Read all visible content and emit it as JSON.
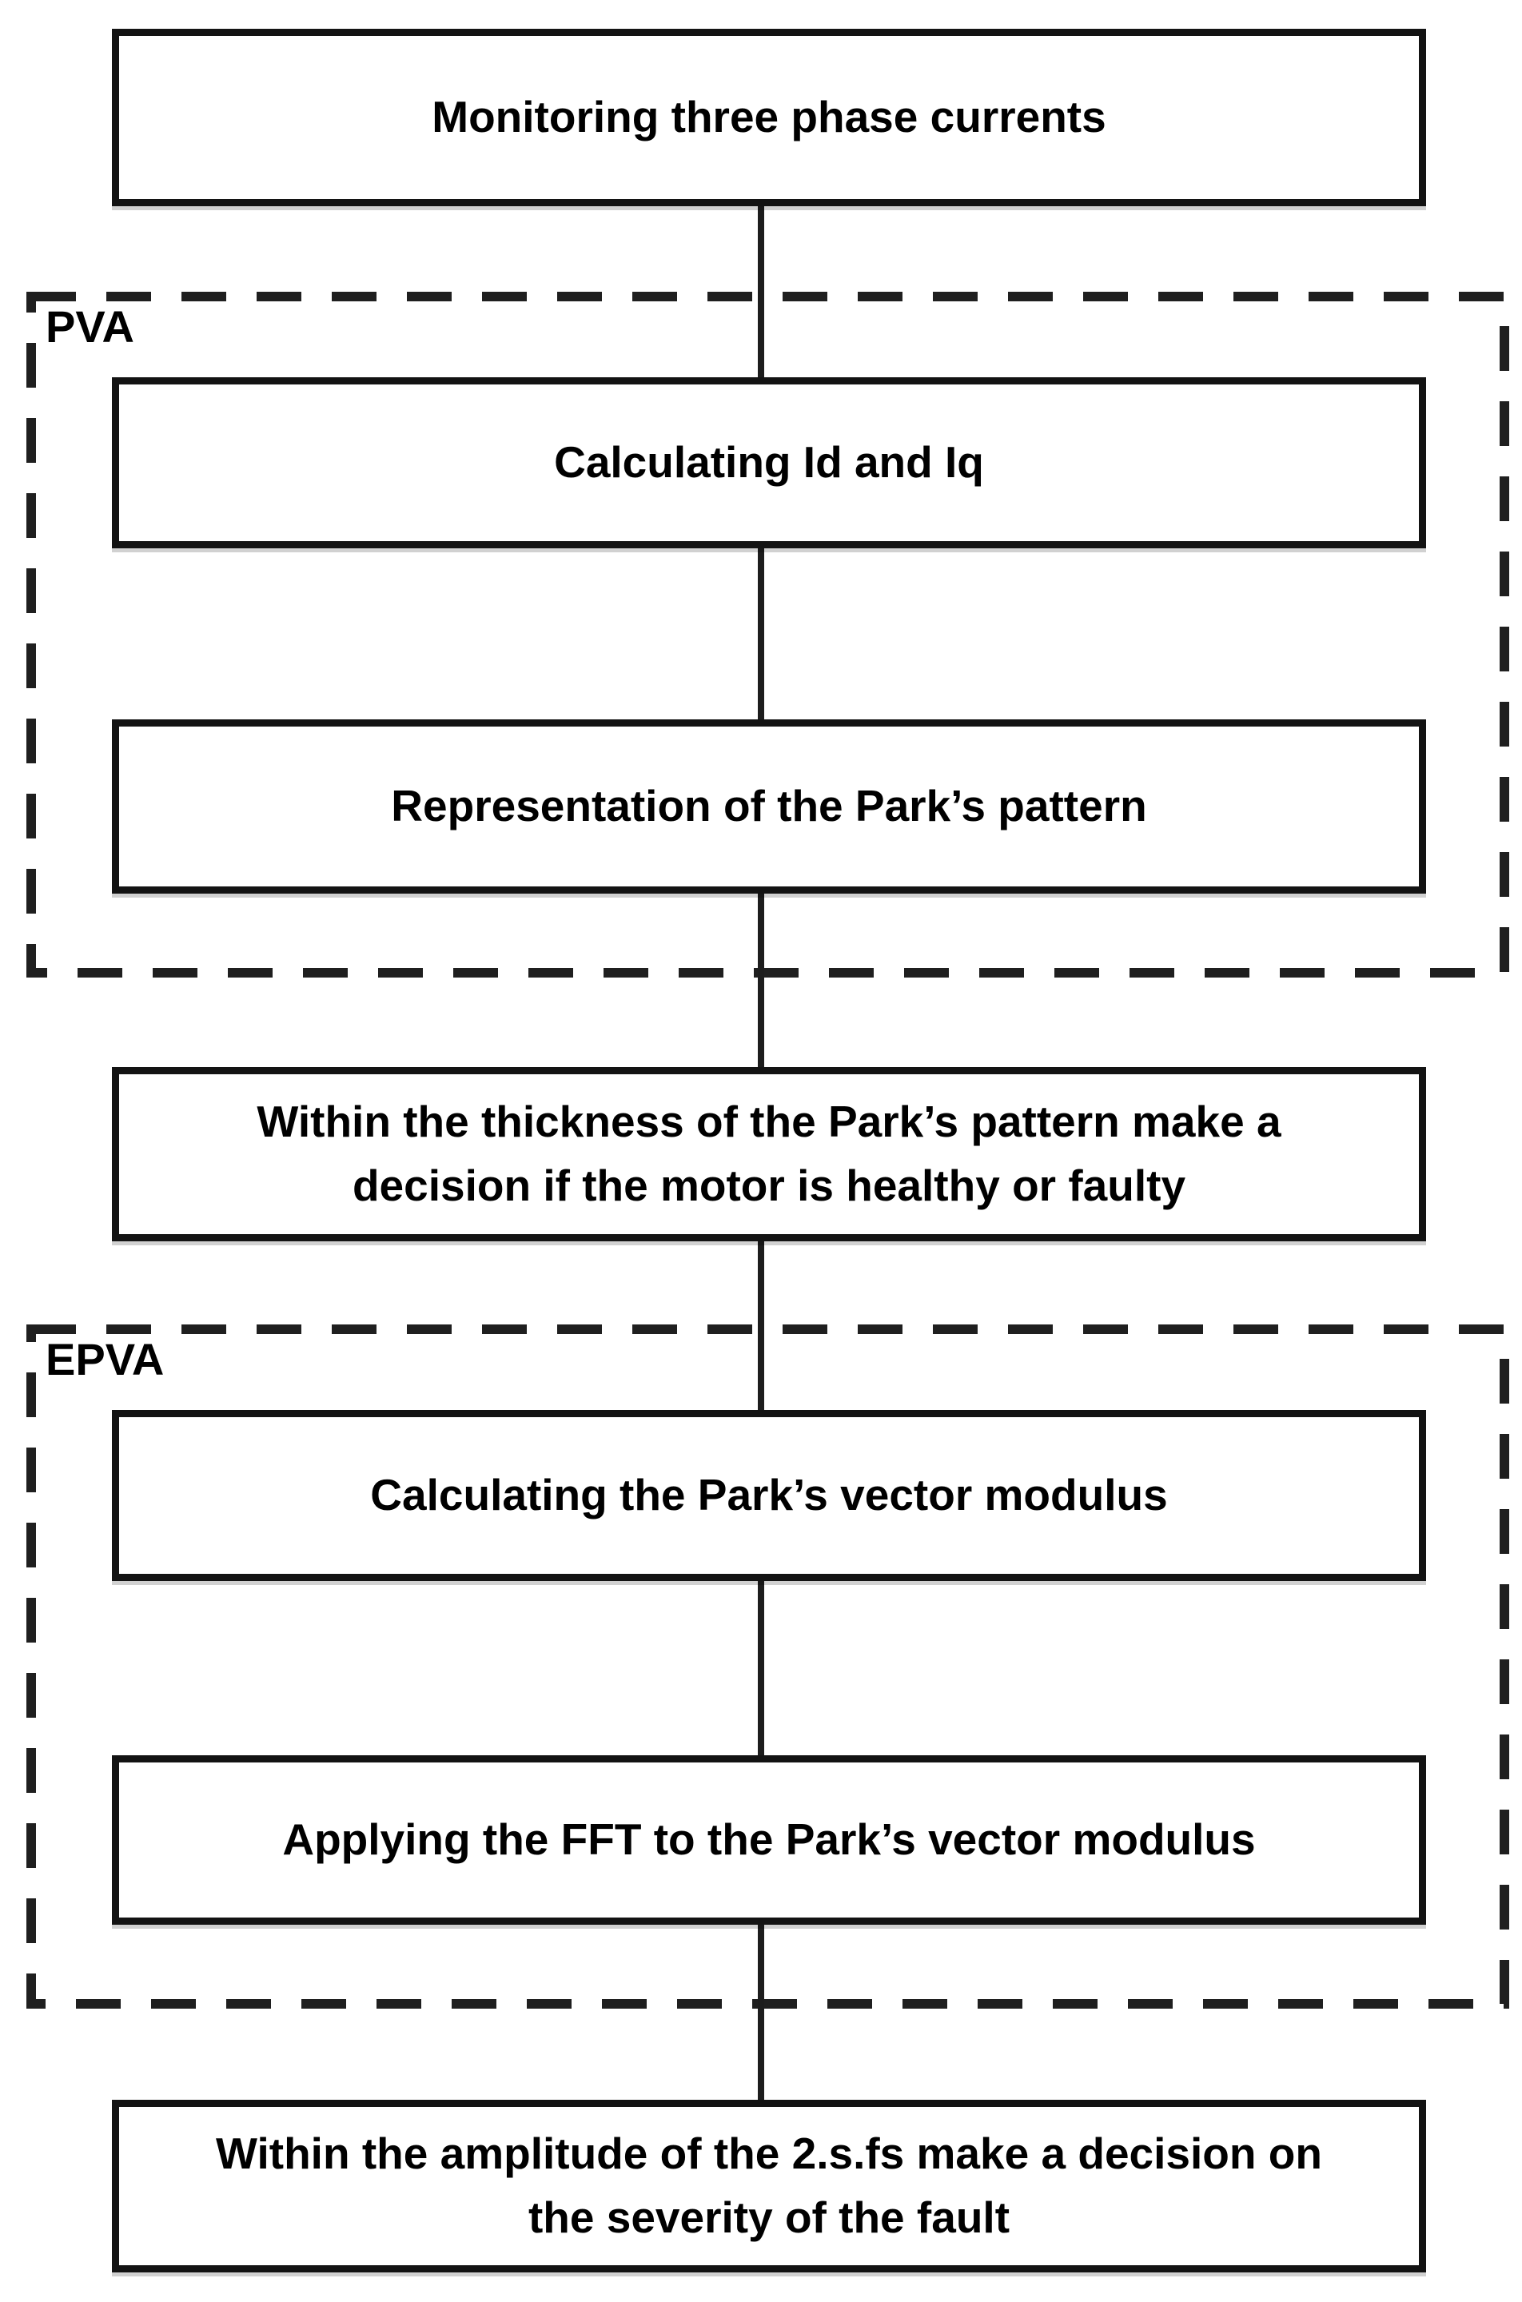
{
  "page": {
    "background_color": "#ffffff"
  },
  "flowchart": {
    "type": "vertical-flow-diagram",
    "colors": {
      "box_border": "#131313",
      "box_fill": "#ffffff",
      "text": "#000000",
      "connector": "#1d1d1d",
      "dashed_group_border": "#1f1f1f"
    },
    "nodes": {
      "monitoring": {
        "label": "Monitoring three phase currents"
      },
      "calc_id_iq": {
        "label": "Calculating Id and Iq"
      },
      "park_pattern": {
        "label": "Representation of the Park’s pattern"
      },
      "thickness_decision": {
        "line1": "Within the thickness of the Park’s pattern make a",
        "line2": "decision if the motor is healthy or faulty"
      },
      "calc_modulus": {
        "label": "Calculating the Park’s vector modulus"
      },
      "apply_fft": {
        "label": "Applying the FFT to the Park’s vector modulus"
      },
      "amplitude_decision": {
        "line1": "Within the amplitude of the 2.s.fs make a decision on",
        "line2": "the severity of the fault"
      }
    },
    "groups": {
      "pva": {
        "label": "PVA"
      },
      "epva": {
        "label": "EPVA"
      }
    },
    "flow_order": [
      "monitoring",
      "calc_id_iq (PVA)",
      "park_pattern (PVA)",
      "thickness_decision",
      "calc_modulus (EPVA)",
      "apply_fft (EPVA)",
      "amplitude_decision"
    ]
  }
}
